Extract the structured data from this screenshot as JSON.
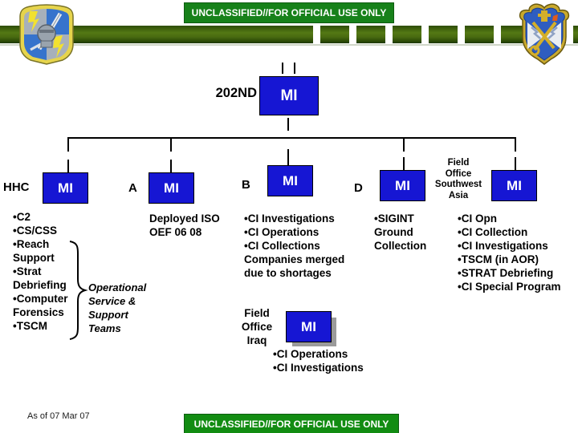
{
  "classification": "UNCLASSIFIED//FOR OFFICIAL USE ONLY",
  "footer": {
    "as_of": "As of 07 Mar 07"
  },
  "chart": {
    "parent": {
      "designation": "202ND",
      "box": "MI"
    },
    "units": {
      "hhc": {
        "label": "HHC",
        "box": "MI",
        "lines": [
          "•C2",
          "•CS/CSS",
          "•Reach",
          "Support",
          "•Strat",
          "Debriefing",
          "•Computer",
          "Forensics",
          "•TSCM"
        ]
      },
      "a": {
        "label": "A",
        "box": "MI",
        "lines": [
          "Deployed ISO",
          "OEF 06 08"
        ]
      },
      "b": {
        "label": "B",
        "box": "MI",
        "lines": [
          "•CI Investigations",
          "•CI Operations",
          "•CI Collections",
          "Companies merged",
          "due to shortages"
        ]
      },
      "d": {
        "label": "D",
        "box": "MI",
        "lines": [
          "•SIGINT",
          "Ground",
          "Collection"
        ]
      },
      "swa": {
        "label_lines": [
          "Field",
          "Office",
          "Southwest",
          "Asia"
        ],
        "box": "MI",
        "lines": [
          "•CI Opn",
          "•CI Collection",
          "•CI Investigations",
          "•TSCM (in AOR)",
          "•STRAT Debriefing",
          "•CI Special Program"
        ]
      }
    },
    "brace_note_lines": [
      "Operational",
      "Service &",
      "Support",
      "Teams"
    ],
    "iraq": {
      "label_lines": [
        "Field",
        "Office",
        "Iraq"
      ],
      "box": "MI",
      "lines": [
        "•CI Operations",
        "•CI Investigations"
      ]
    }
  },
  "colors": {
    "banner_green_top": "#17811a",
    "banner_green_bottom": "#128c12",
    "box_blue": "#1616d3",
    "bar_olive": "#537814",
    "shadow_gray": "#9b9b9b"
  }
}
